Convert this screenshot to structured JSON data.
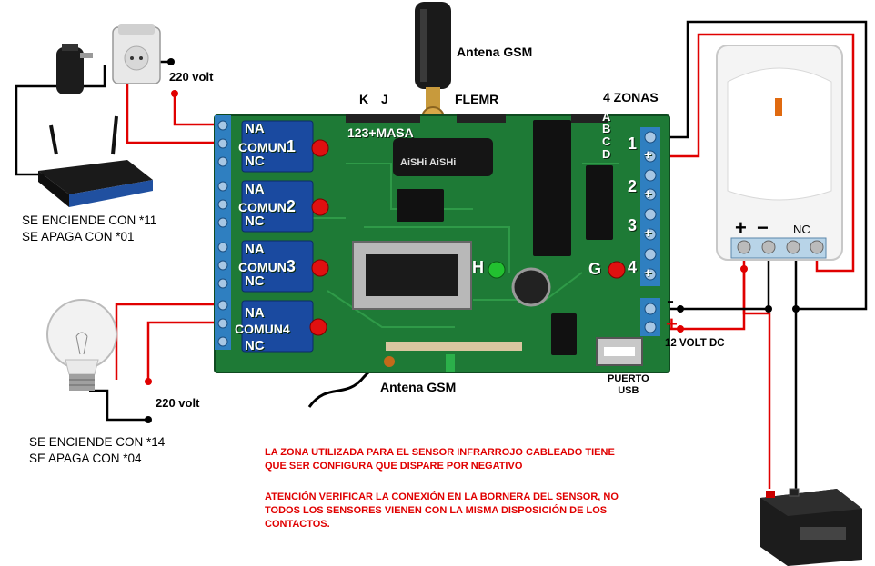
{
  "labels": {
    "antenna_top": "Antena GSM",
    "antenna_bottom": "Antena GSM",
    "flemr": "FLEMR",
    "k": "K",
    "j": "J",
    "pins": "123+MASA",
    "zones_title": "4 ZONAS",
    "zone_letters": [
      "A",
      "B",
      "C",
      "D"
    ],
    "zone_numbers": [
      "1",
      "2",
      "3",
      "4"
    ],
    "volt_top": "220 volt",
    "volt_bottom": "220 volt",
    "volt_dc": "12 VOLT DC",
    "usb": [
      "PUERTO",
      "USB"
    ],
    "led_h": "H",
    "led_g": "G",
    "minus": "-",
    "plus": "+",
    "sensor_plus": "+",
    "sensor_minus": "−",
    "sensor_nc": "NC"
  },
  "relays": [
    {
      "na": "NA",
      "comun": "COMUN",
      "num": "1",
      "nc": "NC"
    },
    {
      "na": "NA",
      "comun": "COMUN",
      "num": "2",
      "nc": "NC"
    },
    {
      "na": "NA",
      "comun": "COMUN",
      "num": "3",
      "nc": "NC"
    },
    {
      "na": "NA",
      "comun": "COMUN",
      "num": "4",
      "nc": "NC"
    }
  ],
  "router_caption": [
    "SE ENCIENDE CON *11",
    "SE APAGA CON *01"
  ],
  "bulb_caption": [
    "SE ENCIENDE CON *14",
    "SE APAGA CON *04"
  ],
  "notes": [
    "LA ZONA UTILIZADA PARA EL SENSOR INFRARROJO CABLEADO TIENE",
    "QUE SER CONFIGURA QUE DISPARE POR NEGATIVO",
    "ATENCIÓN VERIFICAR LA CONEXIÓN EN LA BORNERA DEL SENSOR, NO",
    "TODOS LOS SENSORES VIENEN CON LA MISMA DISPOSICIÓN DE LOS",
    "CONTACTOS."
  ],
  "colors": {
    "pcb": "#1e7a36",
    "terminal": "#2f7fc0",
    "wire_red": "#e00000",
    "wire_black": "#000000",
    "note_red": "#e00000",
    "led_red": "#e01010",
    "led_green": "#22c030"
  }
}
